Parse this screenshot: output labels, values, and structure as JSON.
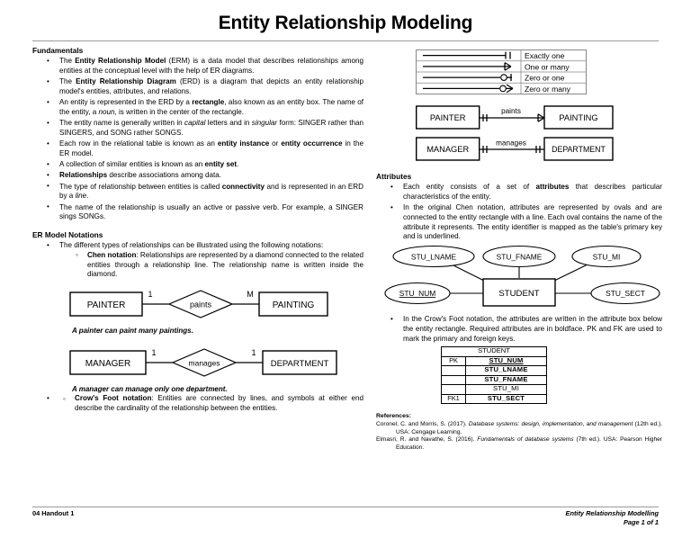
{
  "document": {
    "title": "Entity Relationship Modeling"
  },
  "left": {
    "fundamentals_heading": "Fundamentals",
    "fundamentals": [
      "The Entity Relationship Model (ERM) is a data model that describes relationships among entities at the conceptual level with the help of ER diagrams.",
      "The Entity Relationship Diagram (ERD) is a diagram that depicts an entity relationship model's entities, attributes, and relations.",
      "An entity is represented in the ERD by a rectangle, also known as an entity box. The name of the entity, a noun, is written in the center of the rectangle.",
      "The entity name is generally written in capital letters and in singular form: SINGER rather than SINGERS, and SONG rather SONGS.",
      "Each row in the relational table is known as an entity instance or entity occurrence in the ER model.",
      "A collection of similar entities is known as an entity set.",
      "Relationships describe associations among data.",
      "The type of relationship between entities is called connectivity and is represented in an ERD by a line.",
      "The name of the relationship is usually an active or passive verb. For example, a SINGER sings SONGs."
    ],
    "er_notations_heading": "ER Model Notations",
    "er_notations_intro": "The different types of relationships can be illustrated using the following notations:",
    "chen_label": "Chen notation",
    "chen_text": ": Relationships are represented by a diamond connected to the related entities through a relationship line. The relationship name is written inside the diamond.",
    "crowsfoot_label": "Crow's Foot notation",
    "crowsfoot_text": ": Entities are connected by lines, and symbols at either end describe the cardinality of the relationship between the entities.",
    "chen_diagram_1": {
      "left_entity": "PAINTER",
      "relationship": "paints",
      "right_entity": "PAINTING",
      "left_cardinality": "1",
      "right_cardinality": "M",
      "caption_a": "A painter can paint ",
      "caption_b": "many",
      "caption_c": " paintings."
    },
    "chen_diagram_2": {
      "left_entity": "MANAGER",
      "relationship": "manages",
      "right_entity": "DEPARTMENT",
      "left_cardinality": "1",
      "right_cardinality": "1",
      "caption_a": "A manager can manage only ",
      "caption_b": "one",
      "caption_c": " department."
    }
  },
  "right": {
    "cardinality_table": [
      {
        "symbol": "exactly-one",
        "label": "Exactly one"
      },
      {
        "symbol": "one-or-many",
        "label": "One or many"
      },
      {
        "symbol": "zero-or-one",
        "label": "Zero or one"
      },
      {
        "symbol": "zero-or-many",
        "label": "Zero or many"
      }
    ],
    "crowsfoot_diagram_1": {
      "left_entity": "PAINTER",
      "relationship": "paints",
      "right_entity": "PAINTING"
    },
    "crowsfoot_diagram_2": {
      "left_entity": "MANAGER",
      "relationship": "manages",
      "right_entity": "DEPARTMENT"
    },
    "attributes_heading": "Attributes",
    "attributes_bullets": [
      "Each entity consists of a set of attributes that describes particular characteristics of the entity.",
      "In the original Chen notation, attributes are represented by ovals and are connected to the entity rectangle with a line. Each oval contains the name of the attribute it represents. The entity identifier is mapped as the table's primary key and is underlined.",
      "In the Crow's Foot notation, the attributes are written in the attribute box below the entity rectangle. Required attributes are in boldface. PK and FK are used to mark the primary and foreign keys."
    ],
    "chen_attribute_diagram": {
      "entity": "STUDENT",
      "attributes": [
        {
          "name": "STU_LNAME",
          "underlined": false
        },
        {
          "name": "STU_FNAME",
          "underlined": false
        },
        {
          "name": "STU_MI",
          "underlined": false
        },
        {
          "name": "STU_NUM",
          "underlined": true
        },
        {
          "name": "STU_SECT",
          "underlined": false
        }
      ]
    },
    "student_table": {
      "title": "STUDENT",
      "rows": [
        {
          "key": "PK",
          "attribute": "STU_NUM",
          "bold": true,
          "underlined": true
        },
        {
          "key": "",
          "attribute": "STU_LNAME",
          "bold": true,
          "underlined": false
        },
        {
          "key": "",
          "attribute": "STU_FNAME",
          "bold": true,
          "underlined": false
        },
        {
          "key": "",
          "attribute": "STU_MI",
          "bold": false,
          "underlined": false
        },
        {
          "key": "FK1",
          "attribute": "STU_SECT",
          "bold": true,
          "underlined": false
        }
      ]
    },
    "references_heading": "References:",
    "references": [
      "Coronel, C. and Morris, S. (2017). Database systems: design, implementation, and management (12th ed.). USA: Cengage Learning.",
      "Elmasri, R. and Navathe, S. (2016). Fundamentals of database systems (7th ed.). USA: Pearson Higher Education."
    ]
  },
  "footer": {
    "left": "04 Handout 1",
    "right_line1": "Entity Relationship Modelling",
    "right_line2": "Page 1 of 1"
  }
}
